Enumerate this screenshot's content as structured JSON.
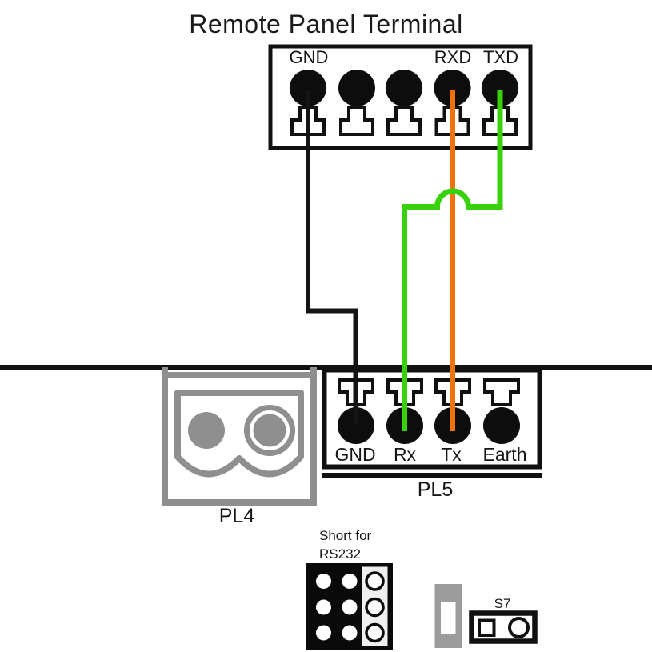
{
  "colors": {
    "wire_black": "#141414",
    "wire_orange": "#f0730a",
    "wire_green": "#38d10e",
    "connector_gray": "#8f8f8f",
    "jumper_gray": "#9c9c9c"
  },
  "remote_panel_terminal": {
    "title": "Remote Panel Terminal",
    "pin_labels": {
      "pin1": "GND",
      "pin4": "RXD",
      "pin5": "TXD"
    }
  },
  "board": {
    "pl4": {
      "label": "PL4"
    },
    "pl5": {
      "label": "PL5",
      "pin_labels": [
        "GND",
        "Rx",
        "Tx",
        "Earth"
      ]
    }
  },
  "jumpers": {
    "rs232_block": {
      "caption": [
        "Short for",
        "RS232"
      ]
    },
    "s7": {
      "label": "S7"
    }
  },
  "wires": [
    {
      "id": "gnd-wire",
      "color_name": "black",
      "from": "Remote Panel Terminal GND",
      "to": "PL5 GND"
    },
    {
      "id": "rxd-wire",
      "color_name": "orange",
      "from": "Remote Panel Terminal RXD",
      "to": "PL5 Tx"
    },
    {
      "id": "txd-wire",
      "color_name": "green",
      "from": "Remote Panel Terminal TXD",
      "to": "PL5 Rx"
    }
  ]
}
